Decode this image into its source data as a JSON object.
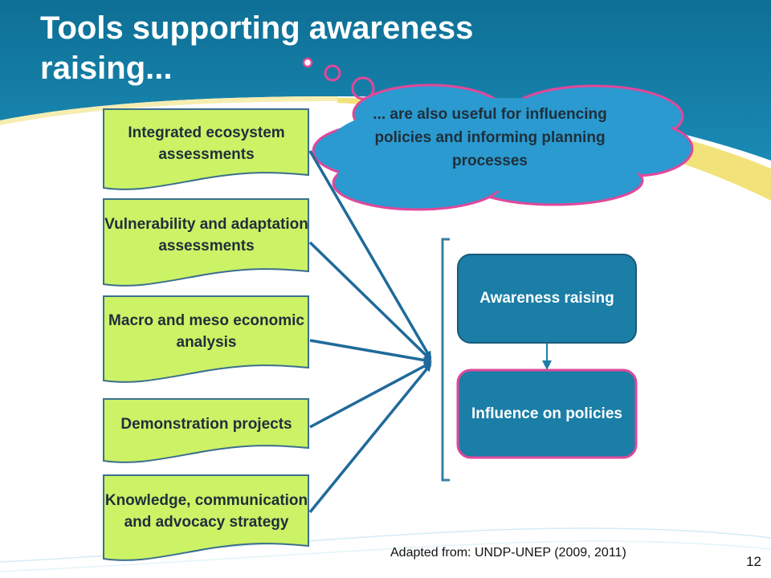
{
  "slide": {
    "title": "Tools supporting awareness raising...",
    "page_number": "12",
    "source_note": "Adapted from: UNDP-UNEP (2009, 2011)"
  },
  "tools": [
    {
      "label": "Integrated ecosystem assessments"
    },
    {
      "label": "Vulnerability and adaptation assessments"
    },
    {
      "label": "Macro and meso economic analysis"
    },
    {
      "label": "Demonstration projects"
    },
    {
      "label": "Knowledge, communication and advocacy strategy"
    }
  ],
  "cloud": {
    "text": "... are also useful for influencing policies and informing planning processes"
  },
  "outcomes": [
    {
      "label": "Awareness raising"
    },
    {
      "label": "Influence on policies"
    }
  ],
  "colors": {
    "header_blue": "#1a7fa8",
    "doc_fill": "#ccf266",
    "box_fill": "#1b7ea6",
    "cloud_fill": "#2a9ad0",
    "cloud_stroke": "#e0489a",
    "arrow": "#1f6a9a",
    "accent_yellow": "#f2e27a"
  }
}
